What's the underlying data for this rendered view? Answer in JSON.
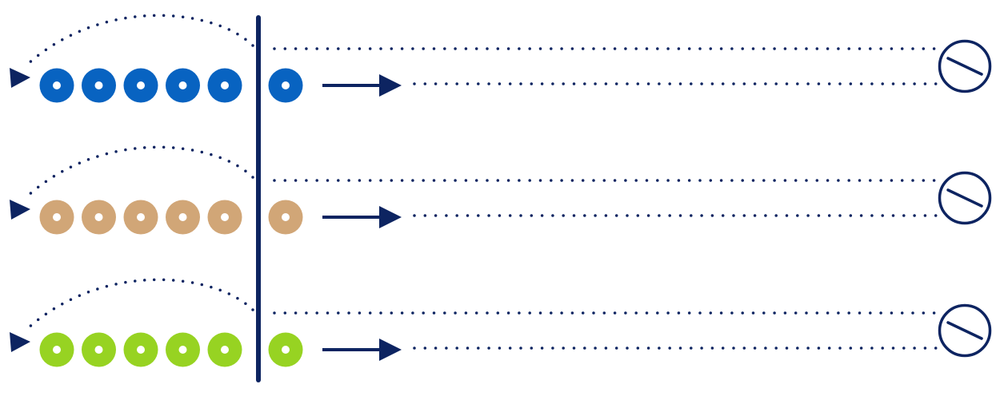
{
  "colors": {
    "line": "#0d2461",
    "background": "#ffffff",
    "token_hole": "#ffffff"
  },
  "rows": [
    {
      "token_color": "#0863c1",
      "queued_count": 5,
      "active_count": 1
    },
    {
      "token_color": "#d1a677",
      "queued_count": 5,
      "active_count": 1
    },
    {
      "token_color": "#97d322",
      "queued_count": 5,
      "active_count": 1
    }
  ],
  "icons": {
    "terminator": "circle-slash-icon",
    "return_arrow": "curved-dotted-arrow-icon",
    "forward_arrow": "arrow-right-icon"
  }
}
